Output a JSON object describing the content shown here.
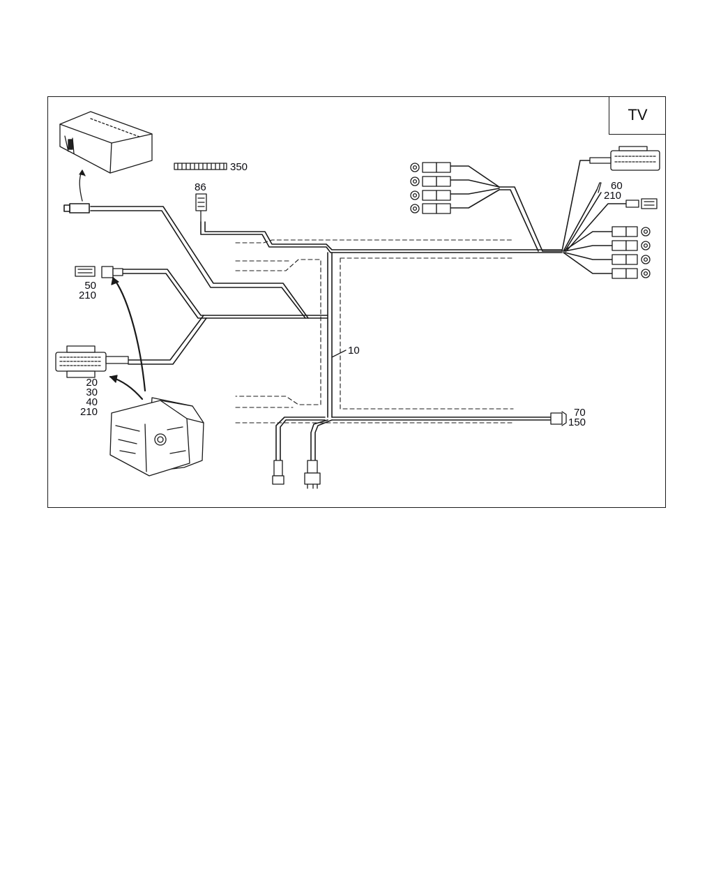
{
  "title_box": {
    "text": "TV"
  },
  "callouts": [
    {
      "id": "c350",
      "lines": [
        "350"
      ]
    },
    {
      "id": "c86",
      "lines": [
        "86"
      ]
    },
    {
      "id": "c60",
      "lines": [
        "60",
        "210"
      ]
    },
    {
      "id": "c50",
      "lines": [
        "50",
        "210"
      ]
    },
    {
      "id": "c10",
      "lines": [
        "10"
      ]
    },
    {
      "id": "c20",
      "lines": [
        "20",
        "30",
        "40",
        "210"
      ]
    },
    {
      "id": "c70",
      "lines": [
        "70",
        "150"
      ]
    }
  ],
  "colors": {
    "line": "#1a1a1a",
    "text": "#0a0a10"
  }
}
